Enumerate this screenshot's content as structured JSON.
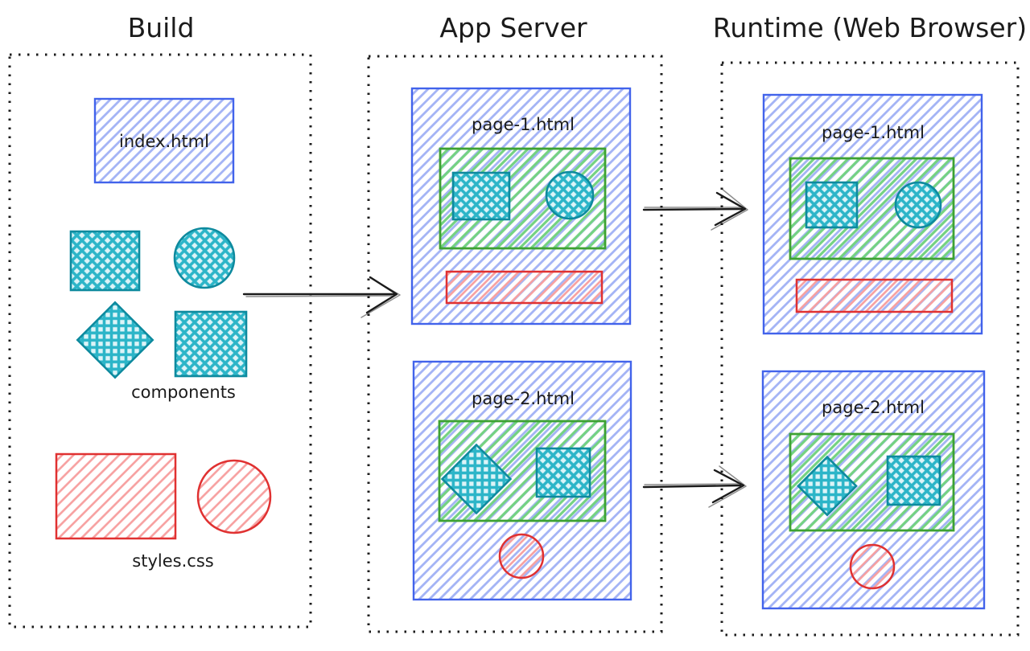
{
  "diagram": {
    "columns": {
      "build": {
        "title": "Build",
        "index_card_label": "index.html",
        "components_label": "components",
        "styles_label": "styles.css"
      },
      "app_server": {
        "title": "App Server",
        "page1_label": "page-1.html",
        "page2_label": "page-2.html"
      },
      "runtime": {
        "title": "Runtime (Web Browser)",
        "page1_label": "page-1.html",
        "page2_label": "page-2.html"
      }
    },
    "colors": {
      "ink": "#1b1b1b",
      "blue_stroke": "#4263eb",
      "blue_hatch": "#a3b3f5",
      "teal_stroke": "#0e8a9e",
      "teal_hatch": "#2cb5c8",
      "teal_bg": "#ddf4f8",
      "green_stroke": "#3da232",
      "green_hatch": "#74d282",
      "red_stroke": "#e03131",
      "red_hatch": "#f79f9f"
    }
  }
}
